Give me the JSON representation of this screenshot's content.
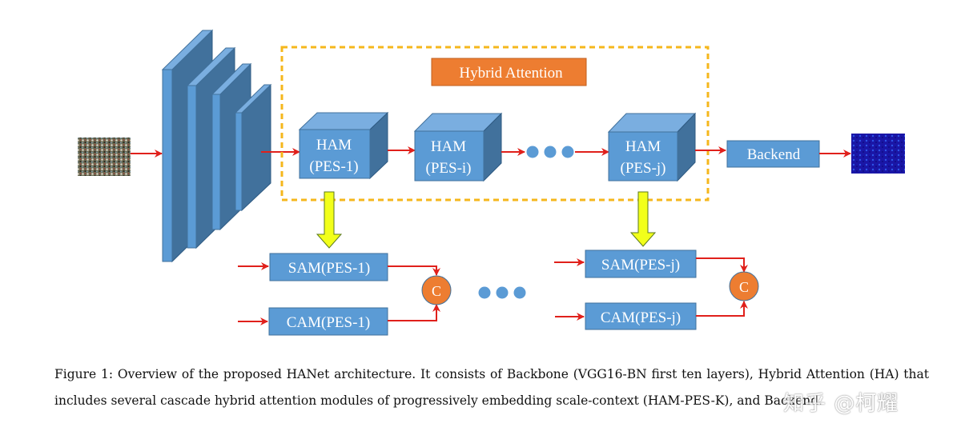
{
  "diagram": {
    "hybrid_attention_label": "Hybrid Attention",
    "ham_modules": [
      {
        "title": "HAM",
        "subtitle": "(PES-1)"
      },
      {
        "title": "HAM",
        "subtitle": "(PES-i)"
      },
      {
        "title": "HAM",
        "subtitle": "(PES-j)"
      }
    ],
    "backend_label": "Backend",
    "sam_labels": [
      "SAM(PES-1)",
      "SAM(PES-j)"
    ],
    "cam_labels": [
      "CAM(PES-1)",
      "CAM(PES-j)"
    ],
    "concat_symbol": "C",
    "colors": {
      "block_blue": "#5b9bd5",
      "block_border": "#41719c",
      "arrow_red": "#e0201b",
      "hybrid_box_border": "#f5b71c",
      "hybrid_label_fill": "#ed7d31",
      "concat_fill": "#ed7d31",
      "down_arrow_fill": "#f2ff1a"
    }
  },
  "caption": {
    "text": "Figure 1: Overview of the proposed HANet architecture. It consists of Backbone (VGG16-BN first ten layers), Hybrid Attention (HA) that includes several cascade hybrid attention modules of progressively embedding scale-context (HAM-PES-K), and Backend."
  },
  "watermark": {
    "text": "知乎 @柯耀"
  }
}
